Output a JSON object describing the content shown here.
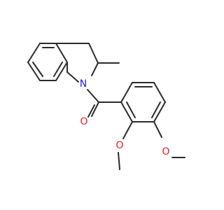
{
  "molecule": {
    "atoms": [
      {
        "id": "n1",
        "label": "N",
        "color": "#1f1fe0"
      },
      {
        "id": "o_carbonyl",
        "label": "O",
        "color": "#e01f1f"
      },
      {
        "id": "o_methoxy_2",
        "label": "O",
        "color": "#e01f1f"
      },
      {
        "id": "o_methoxy_3",
        "label": "O",
        "color": "#e01f1f"
      }
    ]
  }
}
